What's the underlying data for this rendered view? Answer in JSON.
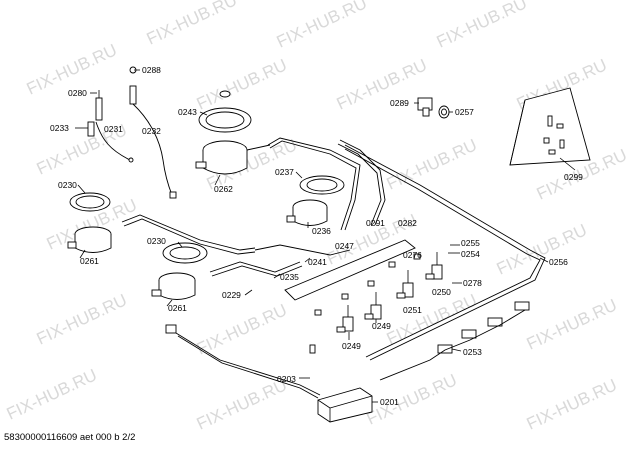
{
  "watermark": "FIX-HUB.RU",
  "footer": "58300000116609 aet 000 b 2/2",
  "labels": {
    "p0288": "0288",
    "p0280": "0280",
    "p0233": "0233",
    "p0231": "0231",
    "p0232": "0232",
    "p0243": "0243",
    "p0262": "0262",
    "p0289": "0289",
    "p0257": "0257",
    "p0299": "0299",
    "p0230a": "0230",
    "p0261a": "0261",
    "p0237": "0237",
    "p0236": "0236",
    "p0291": "0291",
    "p0282": "0282",
    "p0247": "0247",
    "p0255": "0255",
    "p0254": "0254",
    "p0276": "0276",
    "p0256": "0256",
    "p0230b": "0230",
    "p0235": "0235",
    "p0241": "0241",
    "p0278": "0278",
    "p0250": "0250",
    "p0229": "0229",
    "p0261b": "0261",
    "p0249a": "0249",
    "p0251": "0251",
    "p0249b": "0249",
    "p0253": "0253",
    "p0203": "0203",
    "p0201": "0201"
  }
}
